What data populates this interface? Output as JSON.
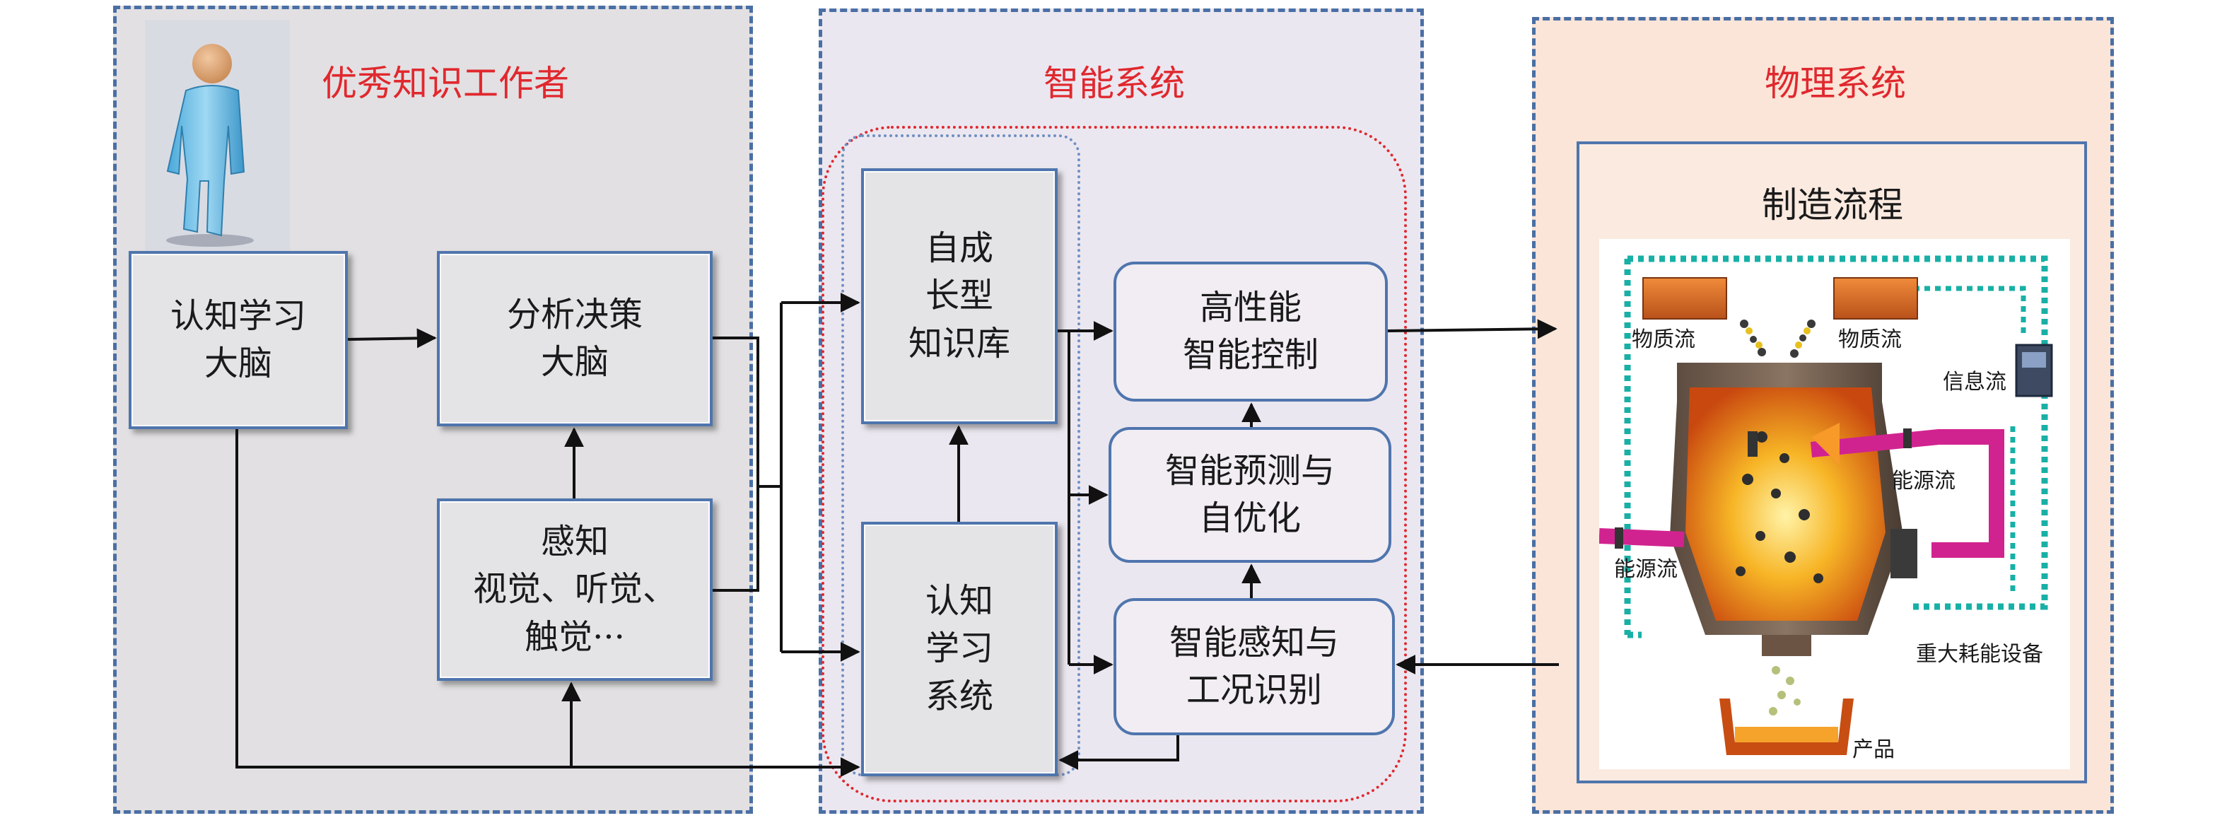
{
  "panels": {
    "worker": {
      "title": "优秀知识工作者",
      "boxes": {
        "cognitive_brain": [
          "认知学习",
          "大脑"
        ],
        "decision_brain": [
          "分析决策",
          "大脑"
        ],
        "perception": [
          "感知",
          "视觉、听觉、",
          "触觉···"
        ]
      }
    },
    "intelligent": {
      "title": "智能系统",
      "boxes": {
        "knowledge_base": [
          "自成",
          "长型",
          "知识库"
        ],
        "learning_system": [
          "认知",
          "学习",
          "系统"
        ],
        "control": [
          "高性能",
          "智能控制"
        ],
        "prediction": [
          "智能预测与",
          "自优化"
        ],
        "sensing": [
          "智能感知与",
          "工况识别"
        ]
      }
    },
    "physical": {
      "title": "物理系统",
      "process_title": "制造流程",
      "labels": {
        "material_left": "物质流",
        "material_right": "物质流",
        "info_flow": "信息流",
        "energy_right": "能源流",
        "energy_left": "能源流",
        "equipment": "重大耗能设备",
        "product": "产品"
      }
    }
  },
  "colors": {
    "panel_border": "#4a6fa5",
    "title_red": "#e0282e",
    "box_border": "#4f75ad",
    "info_flow_teal": "#18b0a6",
    "energy_magenta": "#d1238f"
  }
}
